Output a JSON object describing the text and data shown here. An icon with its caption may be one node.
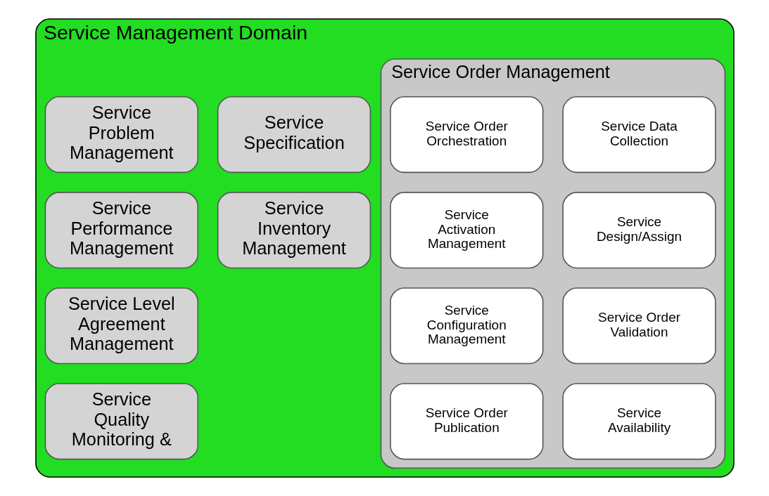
{
  "diagram": {
    "nodes": [
      {
        "text": [
          "Service Management Domain"
        ]
      },
      {
        "text": [
          "Service Specification"
        ],
        "in": 0
      },
      {
        "text": [
          "Service Inventory Management"
        ],
        "in": 0
      },
      {
        "text": [
          "Service Order Management"
        ],
        "in": 0
      },
      {
        "text": [
          "Service Data Collection"
        ],
        "in": 3
      },
      {
        "text": [
          "Service Order Orchestration"
        ],
        "in": 3
      },
      {
        "text": [
          "Service Design/Assign"
        ],
        "in": 3
      },
      {
        "text": [
          "Service Activation Management"
        ],
        "in": 3
      },
      {
        "text": [
          "Service Order Validation"
        ],
        "in": 3
      },
      {
        "text": [
          "Service Configuration Management"
        ],
        "in": 3
      },
      {
        "text": [
          "Service Availability"
        ],
        "in": 3
      },
      {
        "text": [
          "Service Order Publication"
        ],
        "in": 3
      },
      {
        "text": [
          "Service Problem Management"
        ],
        "in": 0
      },
      {
        "text": [
          "Service Performance Management"
        ],
        "in": 0
      },
      {
        "text": [
          "Service Level Agreement Management"
        ],
        "in": 0
      },
      {
        "text": [
          "Service Quality Monitoring &"
        ],
        "in": 0
      }
    ],
    "edges": []
  }
}
